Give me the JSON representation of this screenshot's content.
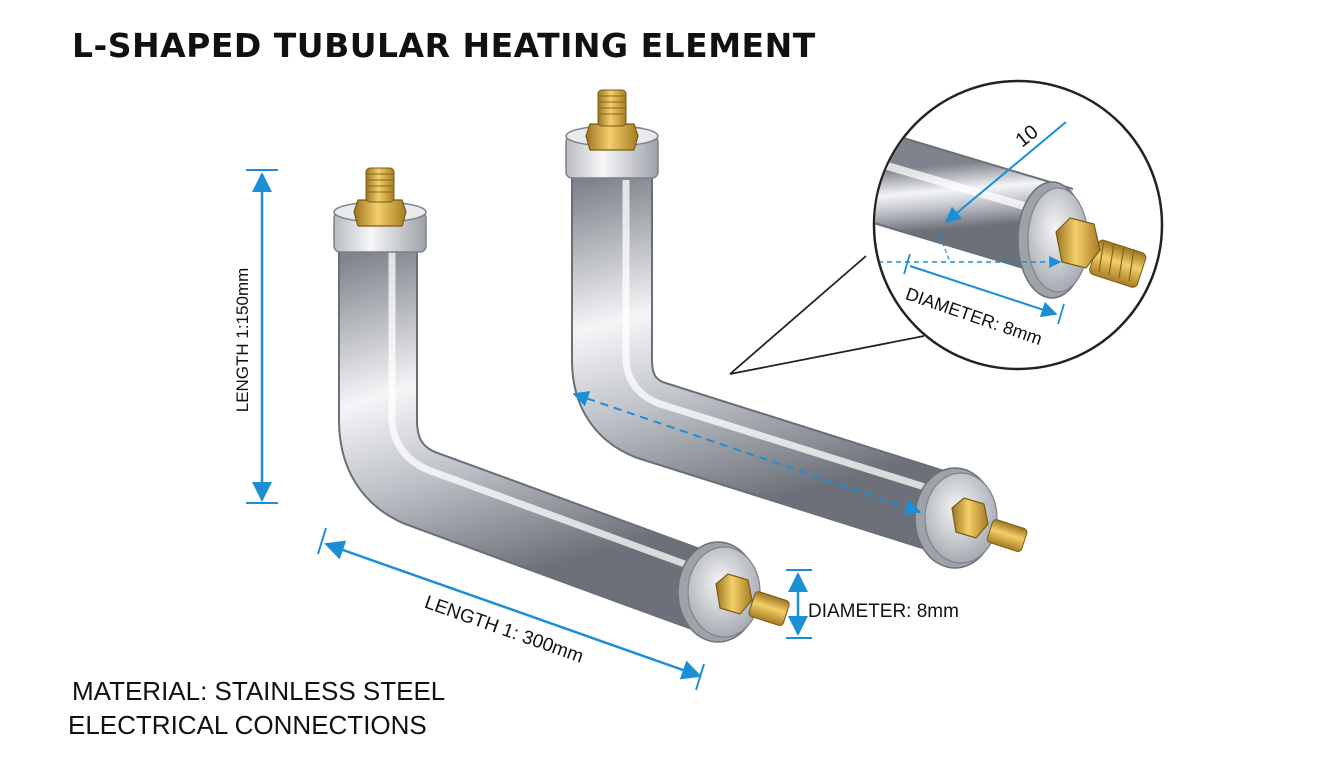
{
  "title": "L-SHAPED TUBULAR HEATING ELEMENT",
  "labels": {
    "length_vertical": "LENGTH 1:150mm",
    "length_horizontal": "LENGTH 1: 300mm",
    "diameter": "DIAMETER: 8mm",
    "detail_diameter": "DIAMETER: 8mm",
    "detail_number": "10"
  },
  "footer": {
    "material": "MATERIAL: STAINLESS STEEL",
    "connections": "ELECTRICAL CONNECTIONS"
  },
  "colors": {
    "dimension": "#1a8fd6",
    "steel_light": "#f2f3f5",
    "steel_dark": "#7c8088",
    "brass": "#d8a93a"
  }
}
